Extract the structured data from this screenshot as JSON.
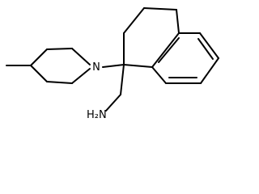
{
  "molecule": {
    "atoms": {
      "amine": {
        "element": "N",
        "hydrogens": "2",
        "label": "H₂N"
      },
      "piperidine_n": {
        "element": "N",
        "label": "N"
      }
    }
  }
}
